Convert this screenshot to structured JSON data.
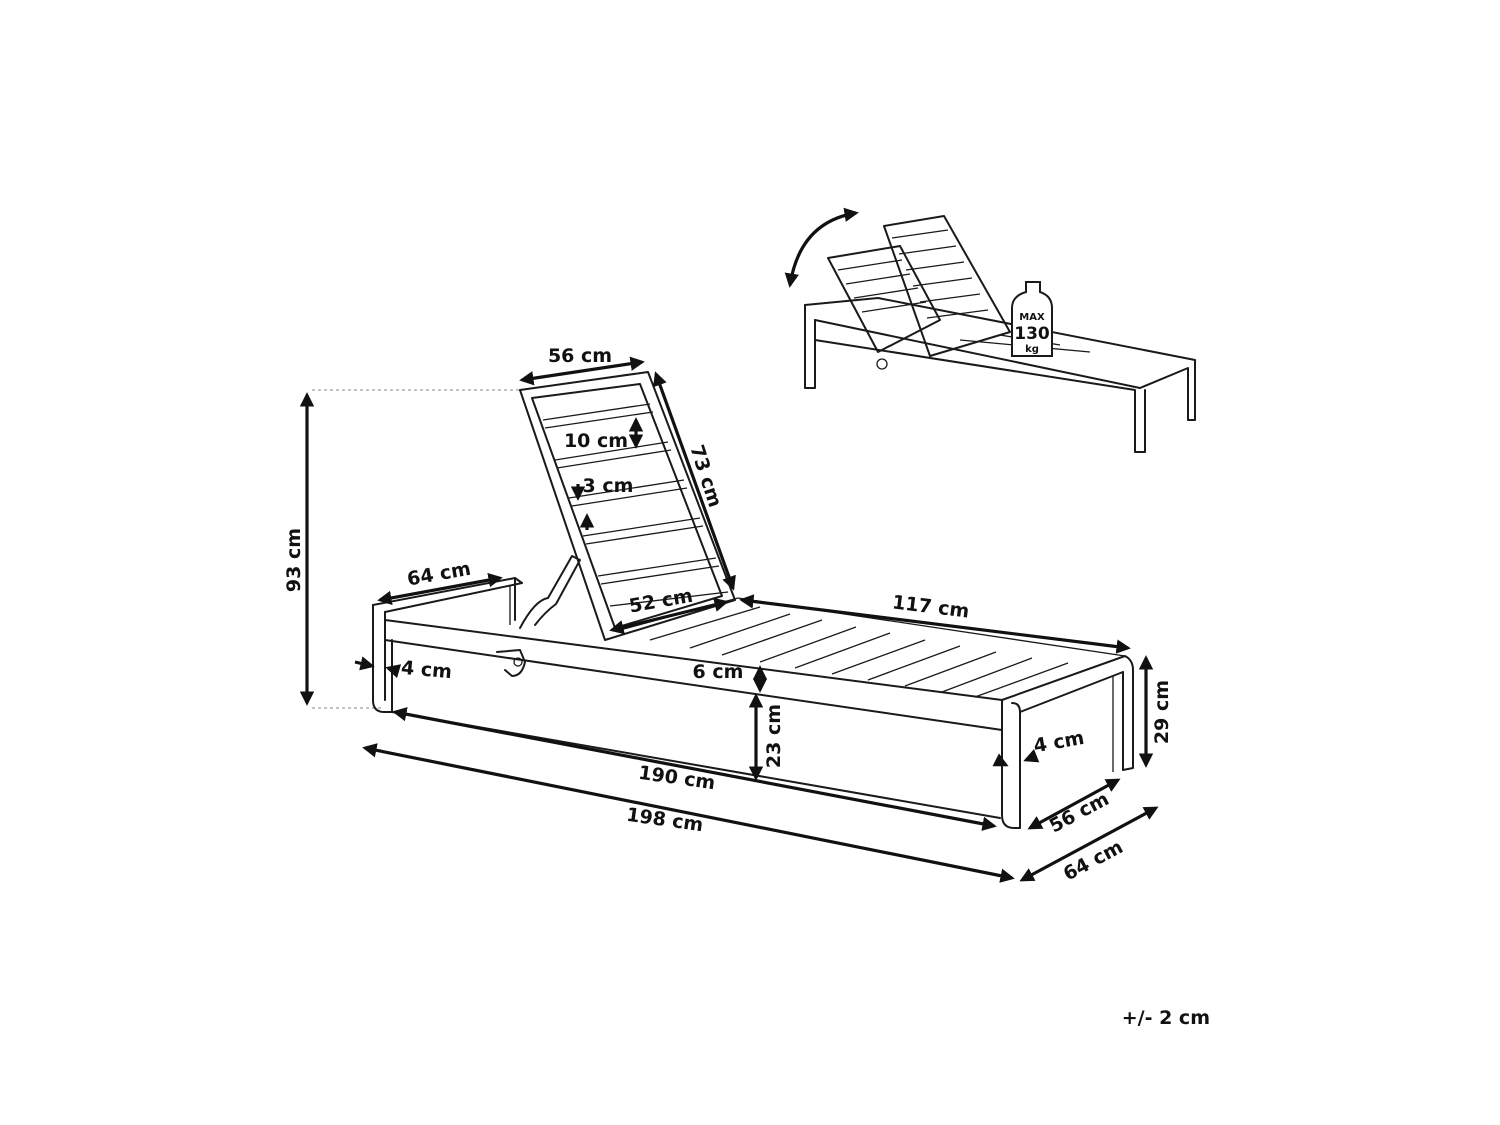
{
  "dimensions": {
    "total_height": "93 cm",
    "backrest_width": "56 cm",
    "slat_height": "10 cm",
    "slat_gap": "3 cm",
    "backrest_length": "73 cm",
    "head_width": "64 cm",
    "backrest_inner_width": "52 cm",
    "seat_length": "117 cm",
    "frame_width_front": "4 cm",
    "frame_thickness": "6 cm",
    "seat_height": "23 cm",
    "leg_height": "29 cm",
    "frame_width_back": "4 cm",
    "inner_length": "190 cm",
    "total_length": "198 cm",
    "inner_width": "56 cm",
    "total_width": "64 cm"
  },
  "max_load": {
    "line1": "MAX",
    "line2": "130",
    "line3": "kg"
  },
  "tolerance": "+/- 2 cm",
  "colors": {
    "line": "#1a1a1a",
    "dimension": "#111111",
    "dashed": "#888888",
    "background": "#ffffff"
  },
  "icons": [
    "rotate-arrow-icon",
    "weight-icon"
  ]
}
